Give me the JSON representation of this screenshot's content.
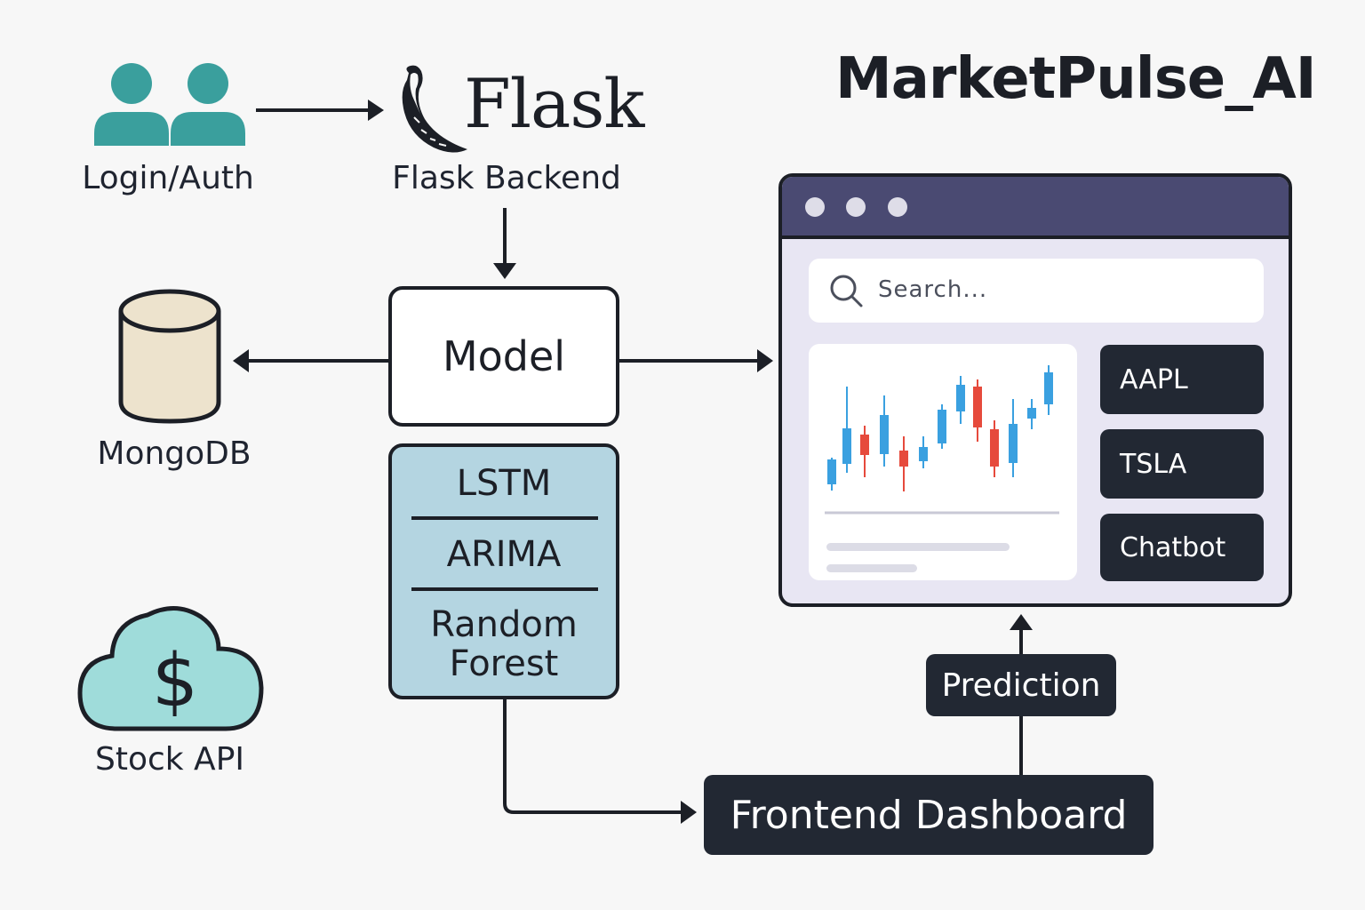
{
  "title": "MarketPulse_AI",
  "nodes": {
    "login": "Login/Auth",
    "flask_logo_word": "Flask",
    "flask": "Flask Backend",
    "model": "Model",
    "mongodb": "MongoDB",
    "stock_api": "Stock API",
    "stock_api_symbol": "$",
    "algorithms": [
      "LSTM",
      "ARIMA",
      "Random Forest"
    ],
    "prediction": "Prediction",
    "frontend": "Frontend Dashboard"
  },
  "dashboard": {
    "search_placeholder": "Search...",
    "tickers": [
      "AAPL",
      "TSLA",
      "Chatbot"
    ]
  },
  "colors": {
    "dark": "#1c1f26",
    "teal_users": "#3a9f9d",
    "cylinder": "#ede3cd",
    "cloud": "#9fdcda",
    "algo_box": "#b4d5e1",
    "browser_bar": "#4a4a72",
    "candle_up": "#3aa0e0",
    "candle_down": "#e64a3c"
  }
}
